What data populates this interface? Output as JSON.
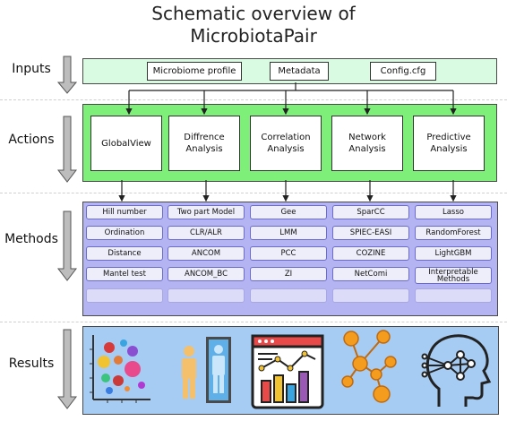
{
  "title": {
    "line1": "Schematic overview of",
    "line2": "MicrobiotaPair"
  },
  "rows": {
    "inputs": "Inputs",
    "actions": "Actions",
    "methods": "Methods",
    "results": "Results"
  },
  "inputs": [
    "Microbiome profile",
    "Metadata",
    "Config.cfg"
  ],
  "actions": [
    {
      "line1": "GlobalView",
      "line2": ""
    },
    {
      "line1": "Diffrence",
      "line2": "Analysis"
    },
    {
      "line1": "Correlation",
      "line2": "Analysis"
    },
    {
      "line1": "Network",
      "line2": "Analysis"
    },
    {
      "line1": "Predictive",
      "line2": "Analysis"
    }
  ],
  "methods": [
    [
      "Hill number",
      "Ordination",
      "Distance",
      "Mantel test"
    ],
    [
      "Two part Model",
      "CLR/ALR",
      "ANCOM",
      "ANCOM_BC"
    ],
    [
      "Gee",
      "LMM",
      "PCC",
      "ZI"
    ],
    [
      "SparCC",
      "SPIEC-EASI",
      "COZINE",
      "NetComi"
    ],
    [
      "Lasso",
      "RandomForest",
      "LightGBM",
      "Interpretable Methods"
    ]
  ],
  "result_icons": [
    "bubble-chart-icon",
    "paired-people-icon",
    "dashboard-chart-icon",
    "network-graph-icon",
    "ai-head-icon"
  ],
  "colors": {
    "inputs_panel": "#d9fbe2",
    "actions_panel": "#7ef07a",
    "methods_panel": "#b4b4f2",
    "results_panel": "#a6ccf3"
  }
}
